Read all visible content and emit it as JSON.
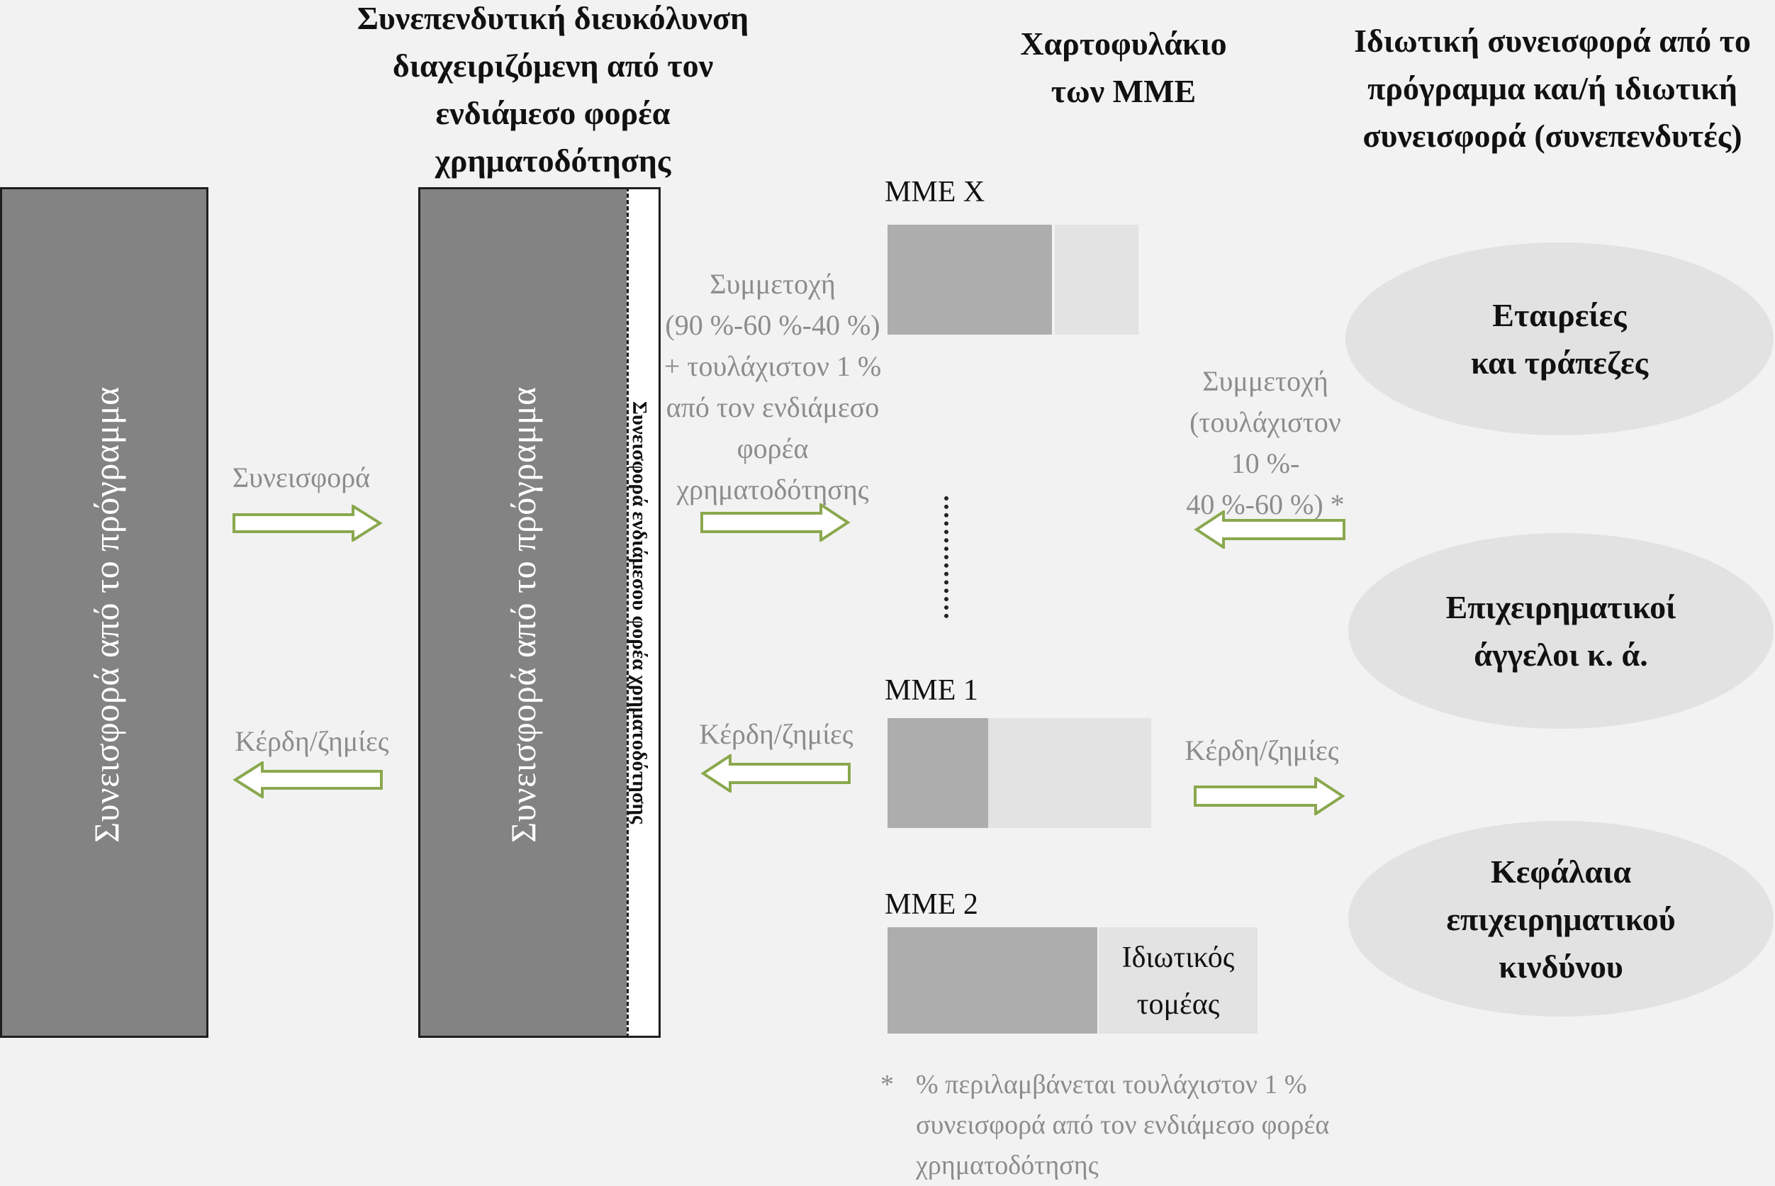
{
  "headings": {
    "co_investment_facility": [
      "Συνεπενδυτική διευκόλυνση",
      "διαχειριζόμενη από τον",
      "ενδιάμεσο φορέα",
      "χρηματοδότησης"
    ],
    "sme_portfolio": [
      "Χαρτοφυλάκιο",
      "των ΜΜΕ"
    ],
    "private_contribution": [
      "Ιδιωτική συνεισφορά από το",
      "πρόγραμμα και/ή ιδιωτική",
      "συνεισφορά (συνεπενδυτές)"
    ]
  },
  "columns": {
    "programme_contribution": "Συνεισφορά από το πρόγραμμα",
    "facility_programme_contribution": "Συνεισφορά από το πρόγραμμα",
    "intermediary_contribution": "Συνεισφορά ενδιάμεσου φορέα χρηματοδότησης"
  },
  "flows": {
    "contribution": "Συνεισφορά",
    "profit_loss_left": "Κέρδη/ζημίες",
    "participation_left": [
      "Συμμετοχή",
      "(90 %-60 %-40 %)",
      "+ τουλάχιστον 1 %",
      "από τον ενδιάμεσο",
      "φορέα",
      "χρηματοδότησης"
    ],
    "profit_loss_middle": "Κέρδη/ζημίες",
    "participation_right": [
      "Συμμετοχή",
      "(τουλάχιστον",
      "10 %-",
      "40 %-60 %) *"
    ],
    "profit_loss_right": "Κέρδη/ζημίες"
  },
  "portfolio": {
    "sme_x": {
      "label": "ΜΜΕ Χ",
      "public_share": 0.65
    },
    "sme_1": {
      "label": "ΜΜΕ 1",
      "public_share": 0.38
    },
    "sme_2": {
      "label": "ΜΜΕ 2",
      "public_share": 0.57,
      "private_label": [
        "Ιδιωτικός",
        "τομέας"
      ]
    }
  },
  "investors": {
    "companies_banks": [
      "Εταιρείες",
      "και τράπεζες"
    ],
    "business_angels": [
      "Επιχειρηματικοί",
      "άγγελοι κ. ά."
    ],
    "venture_capital": [
      "Κεφάλαια",
      "επιχειρηματικού",
      "κινδύνου"
    ]
  },
  "footnote": {
    "marker": "*",
    "lines": [
      "% περιλαμβάνεται τουλάχιστον 1 %",
      "συνεισφορά από τον ενδιάμεσο φορέα",
      "χρηματοδότησης"
    ]
  },
  "colors": {
    "background": "#f2f2f2",
    "column_fill": "#838383",
    "arrow_outline": "#8aa84e",
    "ellipse_fill": "#e2e2e2",
    "bar_dark": "#adadad",
    "bar_light": "#e3e3e3",
    "muted_text": "#8c8c8c"
  }
}
